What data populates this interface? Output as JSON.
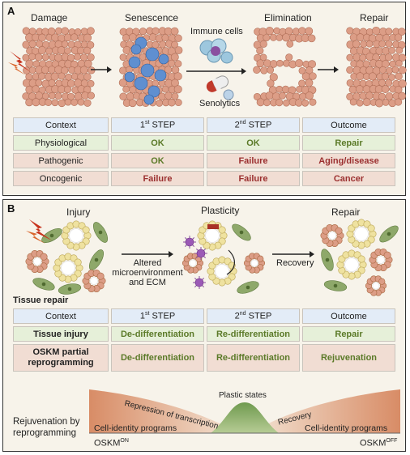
{
  "panelA": {
    "label": "A",
    "stages": [
      "Damage",
      "Senescence",
      "Elimination",
      "Repair"
    ],
    "agents": [
      "Immune cells",
      "Senolytics"
    ],
    "table": {
      "header": [
        "Context",
        "1st STEP",
        "2nd STEP",
        "Outcome"
      ],
      "rows": [
        [
          "Physiological",
          "OK",
          "OK",
          "Repair"
        ],
        [
          "Pathogenic",
          "OK",
          "Failure",
          "Aging/disease"
        ],
        [
          "Oncogenic",
          "Failure",
          "Failure",
          "Cancer"
        ]
      ]
    }
  },
  "panelB": {
    "label": "B",
    "stages": [
      "Injury",
      "Plasticity",
      "Repair"
    ],
    "arrow1": [
      "Altered",
      "microenvironment",
      "and ECM"
    ],
    "arrow2": "Recovery",
    "section": "Tissue repair",
    "table": {
      "header": [
        "Context",
        "1st STEP",
        "2nd STEP",
        "Outcome"
      ],
      "rows": [
        [
          "Tissue injury",
          "De-differentiation",
          "Re-differentiation",
          "Repair"
        ],
        [
          "OSKM partial reprogramming",
          "De-differentiation",
          "Re-differentiation",
          "Rejuvenation"
        ]
      ]
    },
    "rejuvenation": {
      "label1": "Rejuvenation by",
      "label2": "reprogramming",
      "repression": "Repression of transcription",
      "plastic": "Plastic states",
      "recovery": "Recovery",
      "cell_id_left": "Cell-identity programs",
      "cell_id_right": "Cell-identity programs",
      "oskm_on": "OSKM",
      "oskm_on_sup": "ON",
      "oskm_off": "OSKM",
      "oskm_off_sup": "OFF"
    }
  },
  "colors": {
    "header_blue": "#e3ecf7",
    "row_green": "#e6f0d9",
    "row_pink": "#f1ddd3",
    "ok_green": "#5b7a28",
    "fail_red": "#9b2f2f",
    "tissue": "#d99a83",
    "senescent": "#5f8fd0",
    "fibroblast": "#8ea86a"
  }
}
